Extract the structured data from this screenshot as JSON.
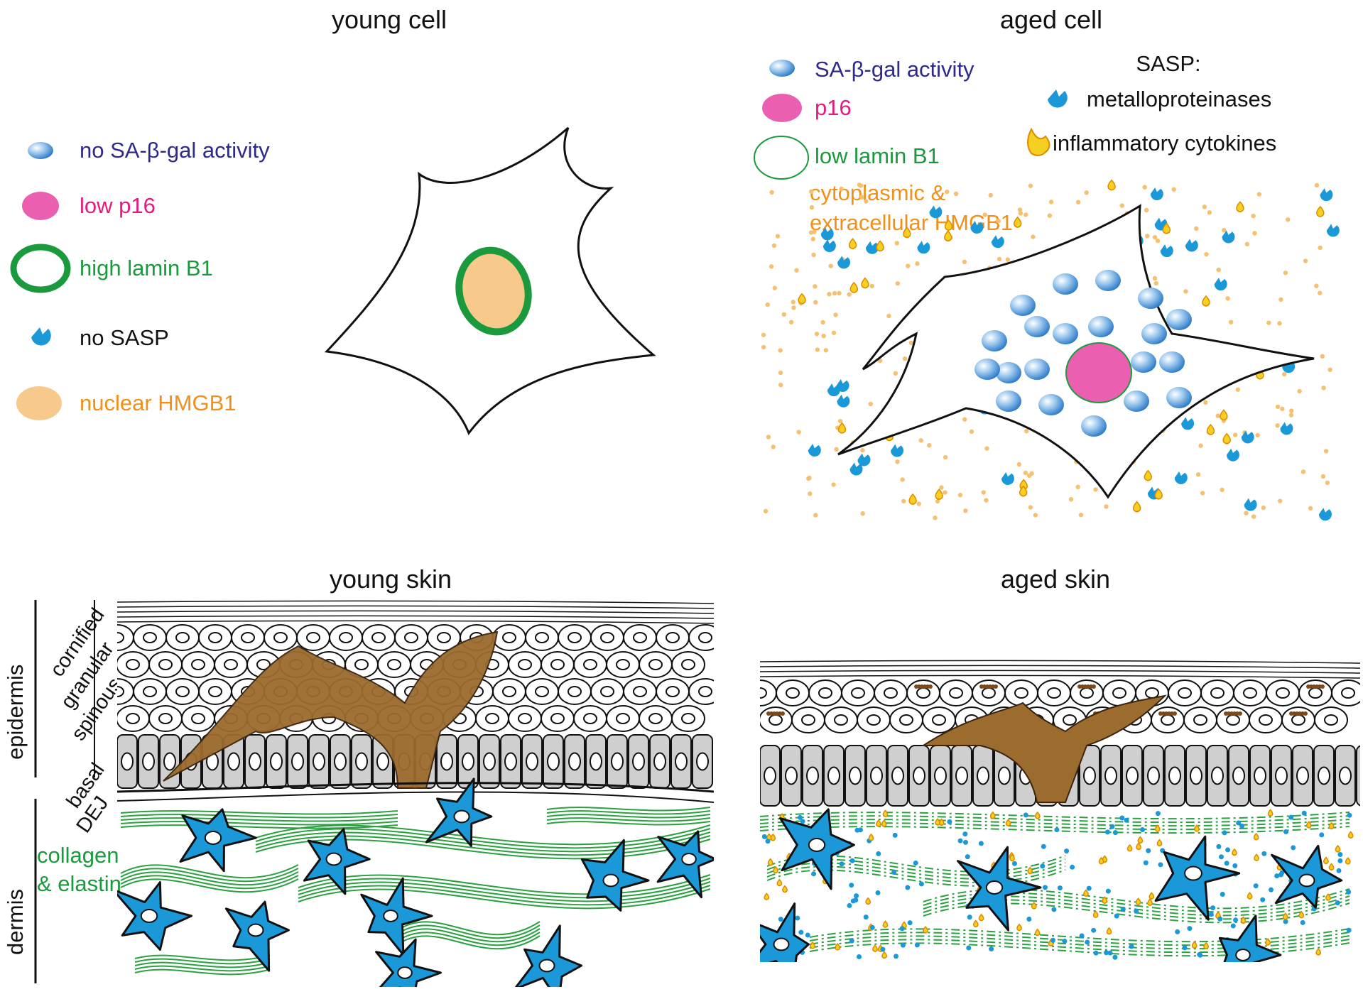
{
  "panels": {
    "young_cell": {
      "title": "young cell",
      "legend": [
        {
          "label": "no SA-β-gal activity",
          "color": "#2d2a8c"
        },
        {
          "label": "low p16",
          "color": "#e6197f"
        },
        {
          "label": "high lamin B1",
          "color": "#1a9a3c"
        },
        {
          "label": "no SASP",
          "color": "#111111"
        },
        {
          "label": "nuclear HMGB1",
          "color": "#f0901a"
        }
      ]
    },
    "aged_cell": {
      "title": "aged cell",
      "legend": [
        {
          "label": "SA-β-gal activity",
          "color": "#2d2a8c"
        },
        {
          "label": "p16",
          "color": "#e6197f"
        },
        {
          "label": "low lamin B1",
          "color": "#1a9a3c"
        },
        {
          "label": "cytoplasmic &",
          "color": "#f0901a"
        },
        {
          "label": "extracellular HMGB1",
          "color": "#f0901a"
        }
      ],
      "sasp": {
        "title": "SASP:",
        "items": [
          "metalloproteinases",
          "inflammatory cytokines"
        ]
      }
    },
    "young_skin": {
      "title": "young skin",
      "layers": {
        "epidermis": "epidermis",
        "cornified": "cornified",
        "granular": "granular",
        "spinous": "spinous",
        "basal": "basal",
        "dej": "DEJ",
        "dermis": "dermis",
        "collagen": "collagen",
        "elastin": "& elastin"
      }
    },
    "aged_skin": {
      "title": "aged skin"
    }
  },
  "colors": {
    "nucleus_hmgb1": "#f7c98a",
    "p16": "#ea5fb0",
    "lamin": "#1a9a3c",
    "sasp_blue": "#1a98d8",
    "cytokine": "#f5d020",
    "hmgb1_dot": "#f5c070",
    "fibroblast": "#1a98d8",
    "melanocyte": "#9c6b2e",
    "basal_cell": "#cfcfcf",
    "collagen": "#2aa040"
  }
}
